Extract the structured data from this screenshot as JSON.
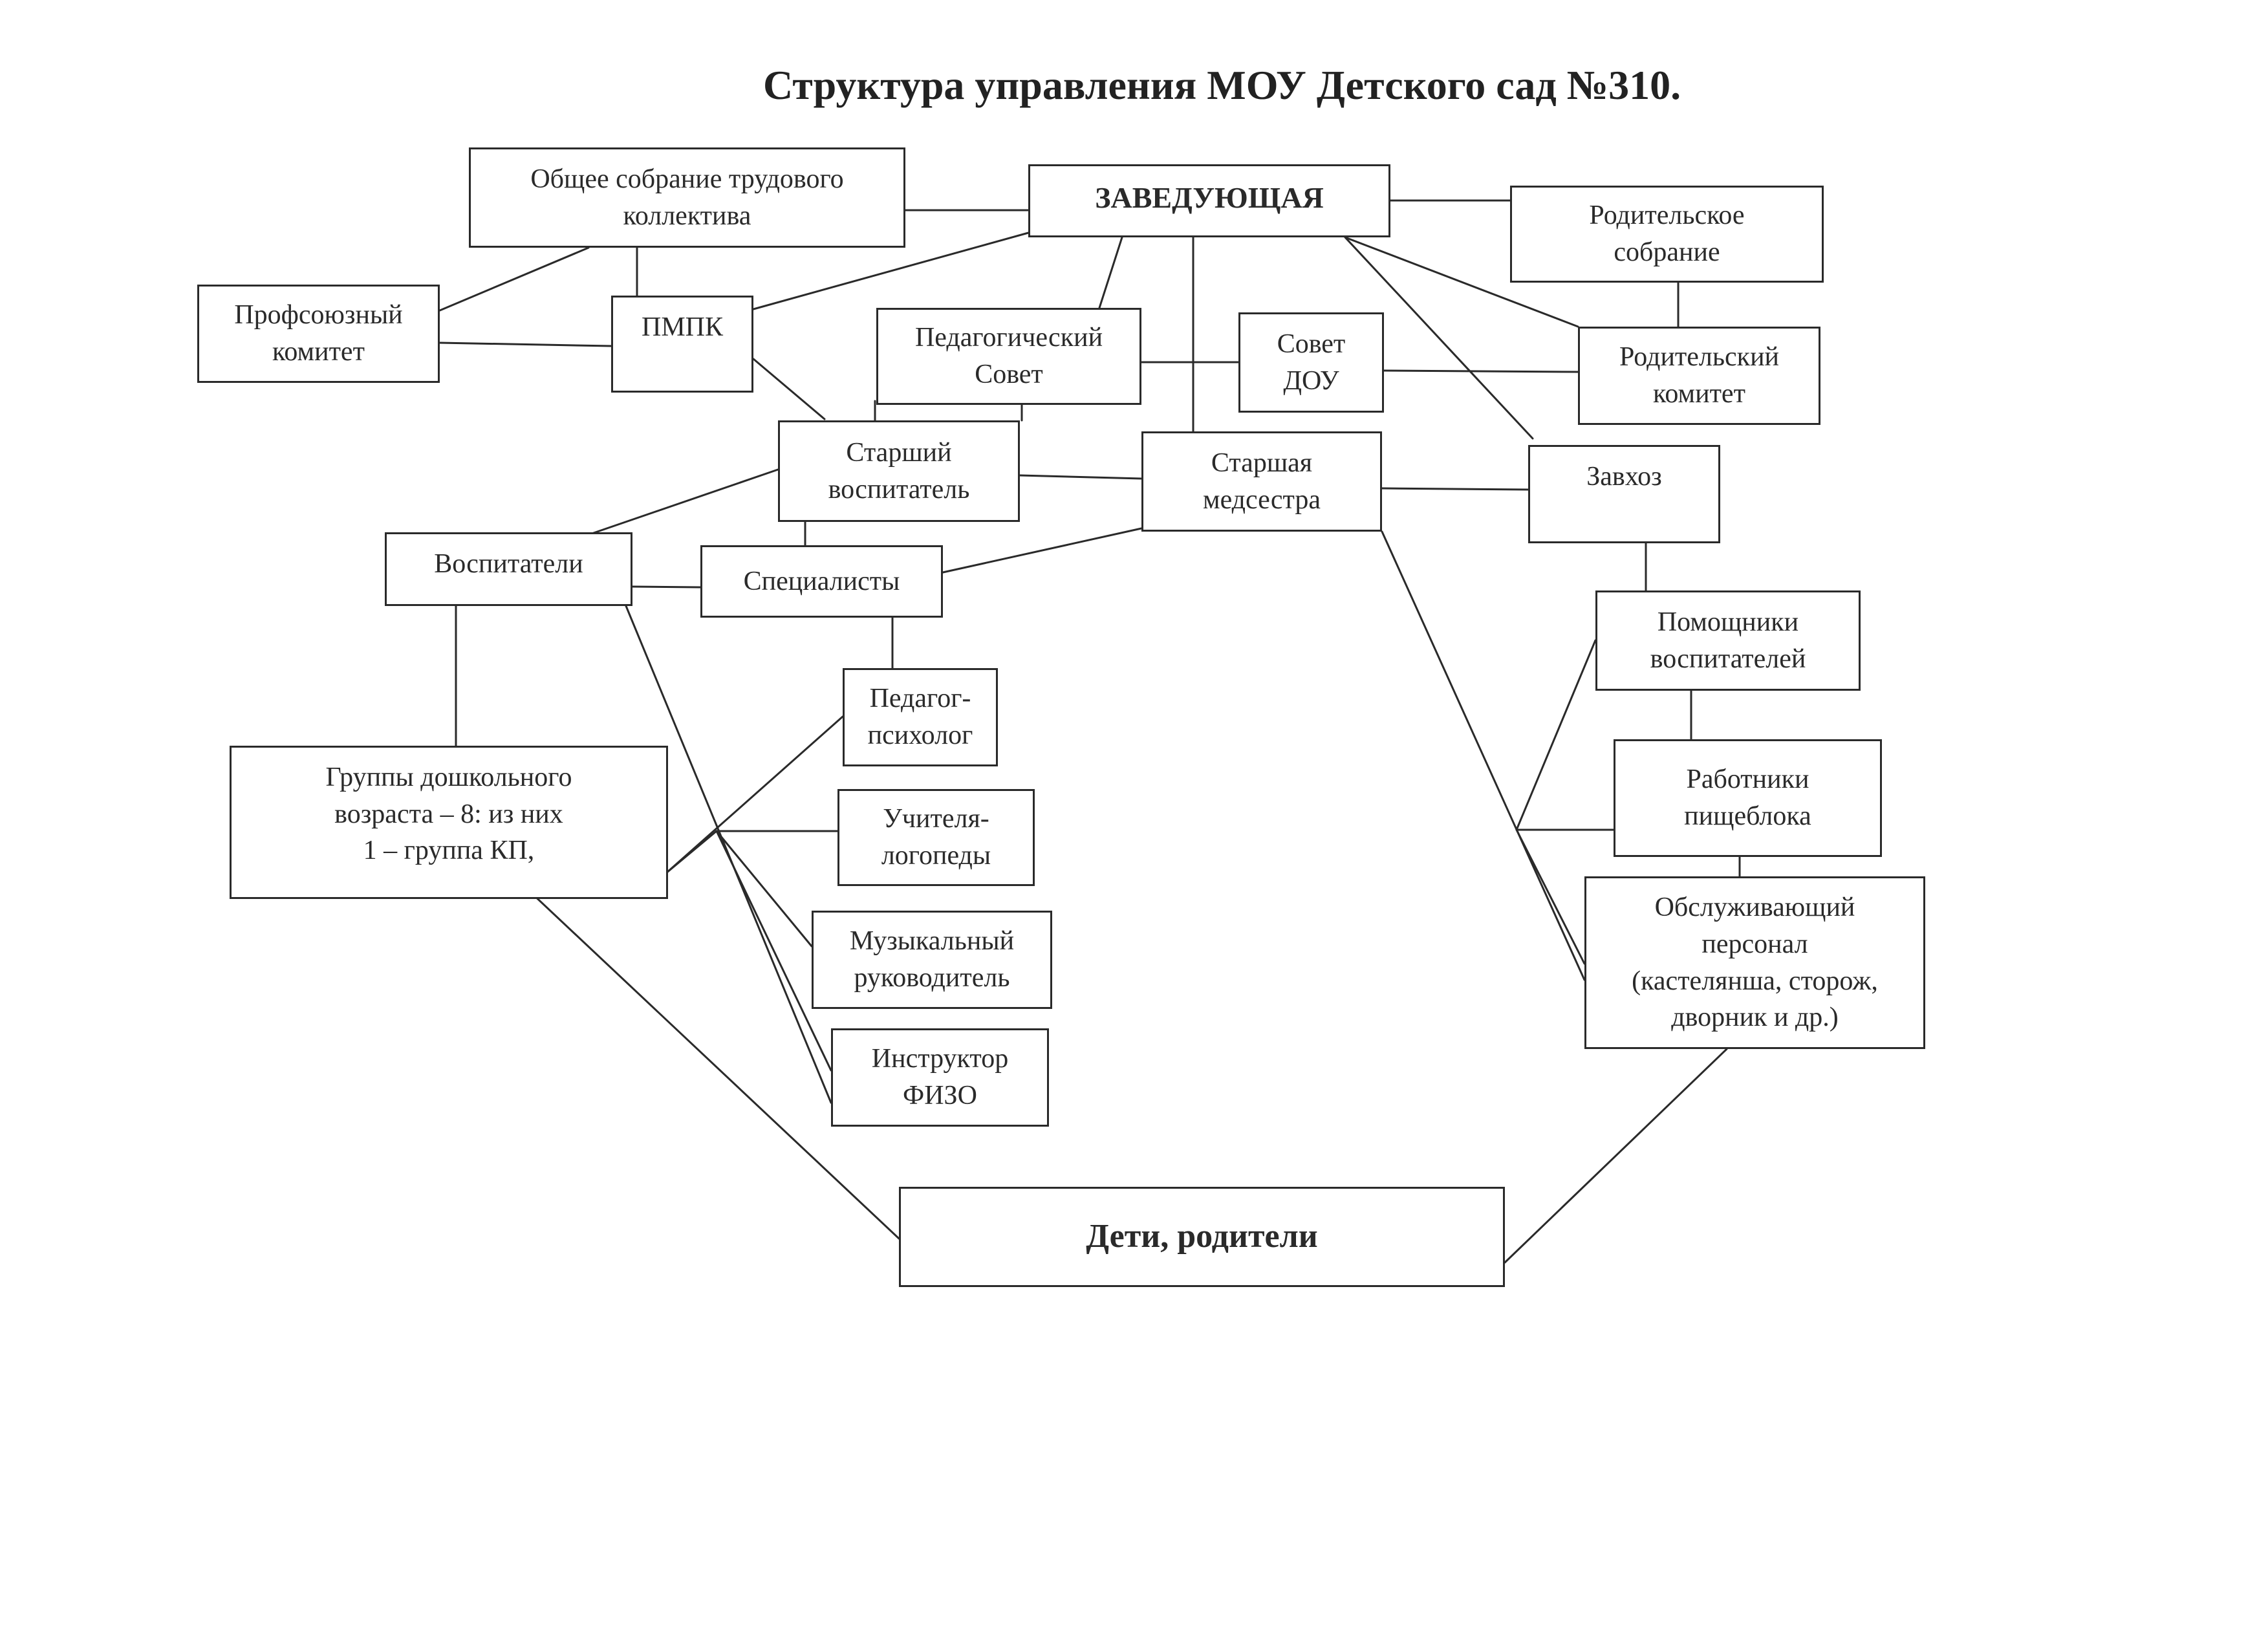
{
  "title": "Структура управления МОУ Детского сад №310.",
  "nodes": {
    "obshchee_sobranie": "Общее собрание трудового\nколлектива",
    "zaveduyushchaya": "ЗАВЕДУЮЩАЯ",
    "roditelskoe_sobranie": "Родительское\nсобрание",
    "profsoyuzny_komitet": "Профсоюзный\nкомитет",
    "pmpk": "ПМПК",
    "pedagogicheskiy_sovet": "Педагогический\nСовет",
    "sovet_dou": "Совет\nДОУ",
    "roditelskiy_komitet": "Родительский\nкомитет",
    "starshiy_vospitatel": "Старший\nвоспитатель",
    "starshaya_medsestra": "Старшая\nмедсестра",
    "zavkhoz": "Завхоз",
    "vospitateli": "Воспитатели",
    "spetsialisty": "Специалисты",
    "pomoshchniki": "Помощники\nвоспитателей",
    "gruppy": "Группы дошкольного\nвозраста – 8: из них\n1 – группа КП,",
    "pedagog_psikholog": "Педагог-\nпсихолог",
    "uchitelya_logopedy": "Учителя-\nлогопеды",
    "rabotniki_pishchebloka": "Работники\nпищеблока",
    "muzykalny_rukovoditel": "Музыкальный\nруководитель",
    "obsluzhivayushchiy": "Обслуживающий\nперсонал\n(кастелянша, сторож,\nдворник и др.)",
    "instruktor_fizo": "Инструктор\nФИЗО",
    "deti_roditeli": "Дети, родители"
  }
}
